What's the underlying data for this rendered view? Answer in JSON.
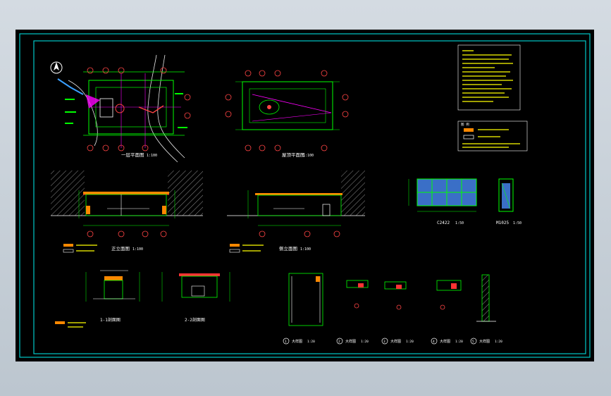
{
  "viewport": {
    "background": "#000000",
    "frame_color": "#00c8c8"
  },
  "labels": {
    "plan1_title": "一层平面图",
    "plan1_scale": "1:100",
    "plan2_title": "屋顶平面图",
    "plan2_scale": "1:100",
    "elev1_title": "正立面图",
    "elev1_scale": "1:100",
    "elev2_title": "侧立面图",
    "elev2_scale": "1:100",
    "sec1_title": "1-1剖面图",
    "sec2_title": "2-2剖面图",
    "window_title": "C2422",
    "window_scale": "1:50",
    "door_title": "M1025",
    "door_scale": "1:50",
    "detail_title": "大样图",
    "detail_scale": "1:20",
    "det1_num": "1",
    "det2_num": "2",
    "det3_num": "3",
    "det4_num": "4",
    "det5_num": "5",
    "legend_tag": "图 例"
  },
  "colors": {
    "frame": "#00c8c8",
    "wall": "#00ff00",
    "grid": "#ff00ff",
    "axis_bubble": "#ff4444",
    "text": "#ffffff",
    "note": "#ffff00",
    "window_fill": "#3a6fc7",
    "hatch": "#909090",
    "accent_orange": "#ff8800",
    "roof_red": "#ff3333"
  }
}
